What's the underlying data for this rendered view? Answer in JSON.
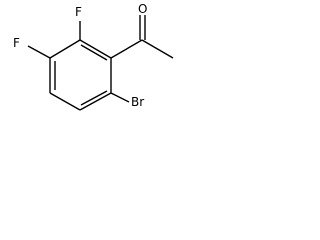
{
  "molecule": {
    "atoms": {
      "f_top": "F",
      "f_left": "F",
      "oxygen": "O",
      "bromine": "Br"
    }
  },
  "colors": {
    "bond": "#000000",
    "text": "#000000",
    "background": "#ffffff"
  }
}
